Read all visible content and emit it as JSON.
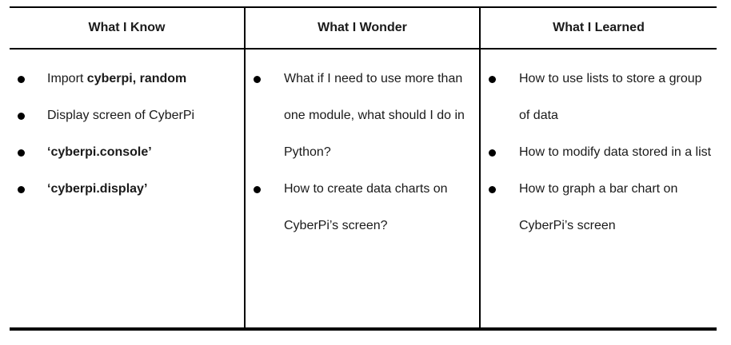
{
  "headers": {
    "know": "What I Know",
    "wonder": "What I Wonder",
    "learned": "What I Learned"
  },
  "know": {
    "item1": {
      "prefix": "Import ",
      "bold1": "cyberpi",
      "sep": ", ",
      "bold2": "random"
    },
    "item2": "Display screen of CyberPi",
    "item3": "‘cyberpi.console’",
    "item4": "‘cyberpi.display’"
  },
  "wonder": {
    "item1": "What if I need to use more than one module, what should I do in Python?",
    "item2": "How to create data charts on CyberPi’s screen?"
  },
  "learned": {
    "item1": "How to use lists to store a group of data",
    "item2": "How to modify data stored in a list",
    "item3": "How to graph a bar chart on CyberPi’s screen"
  },
  "colors": {
    "text": "#1a1a1a",
    "rule": "#000000",
    "background": "#ffffff"
  }
}
